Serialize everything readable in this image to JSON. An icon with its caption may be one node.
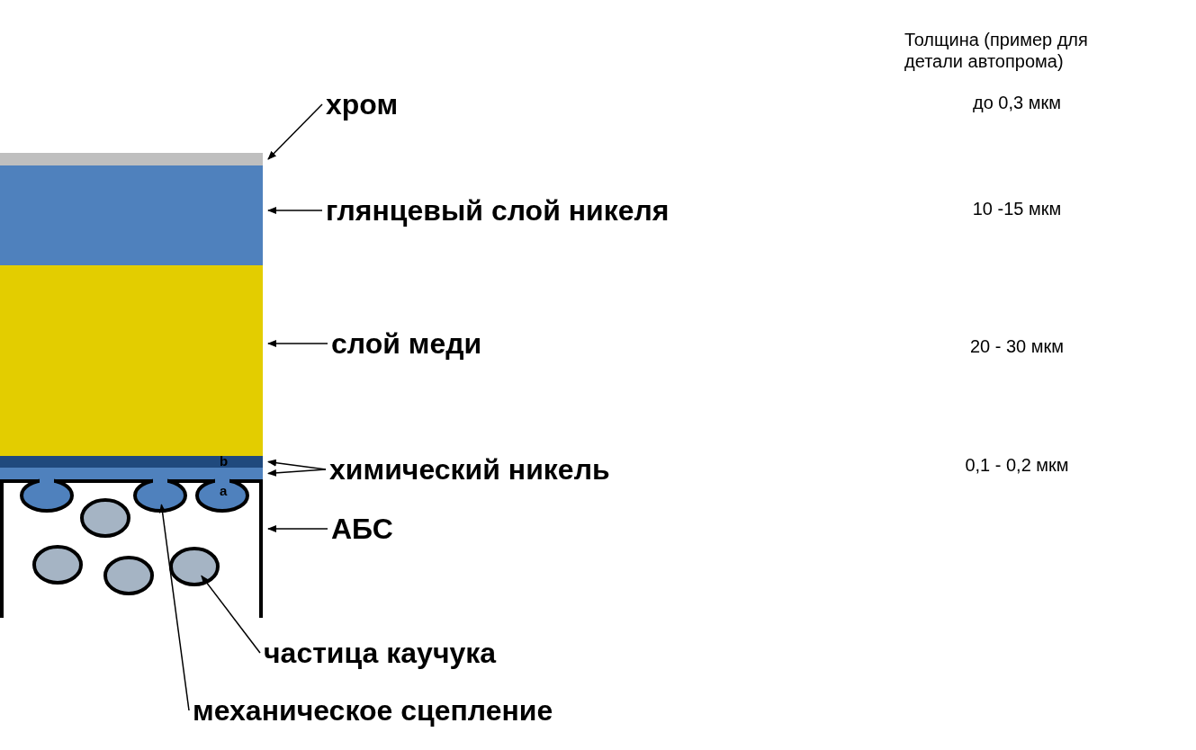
{
  "diagram": {
    "nodes": [
      {
        "text": [
          "хром"
        ]
      },
      {
        "text": [],
        "shape": "bar"
      },
      {
        "text": [
          "глянцевый слой никеля"
        ]
      },
      {
        "text": [],
        "shape": "bar"
      },
      {
        "text": [
          "слой меди"
        ]
      },
      {
        "text": [],
        "shape": "bar"
      },
      {
        "text": [
          "химический никель"
        ]
      },
      {
        "text": [],
        "shape": "bar"
      },
      {
        "text": [],
        "shape": "bar"
      },
      {
        "text": [
          "АБС"
        ]
      },
      {
        "text": [],
        "shape": "box"
      },
      {
        "text": [],
        "shape": "circle",
        "in": 10
      },
      {
        "text": [],
        "shape": "circle",
        "in": 10
      },
      {
        "text": [],
        "shape": "circle",
        "in": 10
      },
      {
        "text": [],
        "shape": "circle",
        "in": 10
      },
      {
        "text": [],
        "shape": "circle",
        "in": 10
      },
      {
        "text": [],
        "shape": "circle",
        "in": 10
      },
      {
        "text": [],
        "shape": "circle",
        "in": 10
      },
      {
        "text": [
          "частица каучука"
        ]
      },
      {
        "text": [
          "механическое сцепление"
        ]
      }
    ],
    "edges": [
      {
        "from": 0,
        "to": 1,
        "arrow": "to"
      },
      {
        "from": 2,
        "to": 3,
        "arrow": "to"
      },
      {
        "from": 4,
        "to": 5,
        "arrow": "to"
      },
      {
        "from": 6,
        "to": 7,
        "arrow": "to"
      },
      {
        "from": 6,
        "to": 8,
        "arrow": "to"
      },
      {
        "from": 9,
        "to": 10,
        "arrow": "to"
      },
      {
        "from": 18,
        "to": 17,
        "arrow": "to"
      },
      {
        "from": 19,
        "to": 12,
        "arrow": "to"
      }
    ],
    "labels": [
      "Толщина (пример для детали автопрома)",
      "до 0,3 мкм",
      "10 -15 мкм",
      "20 - 30 мкм",
      "0,1 - 0,2 мкм",
      "b",
      "a"
    ]
  }
}
